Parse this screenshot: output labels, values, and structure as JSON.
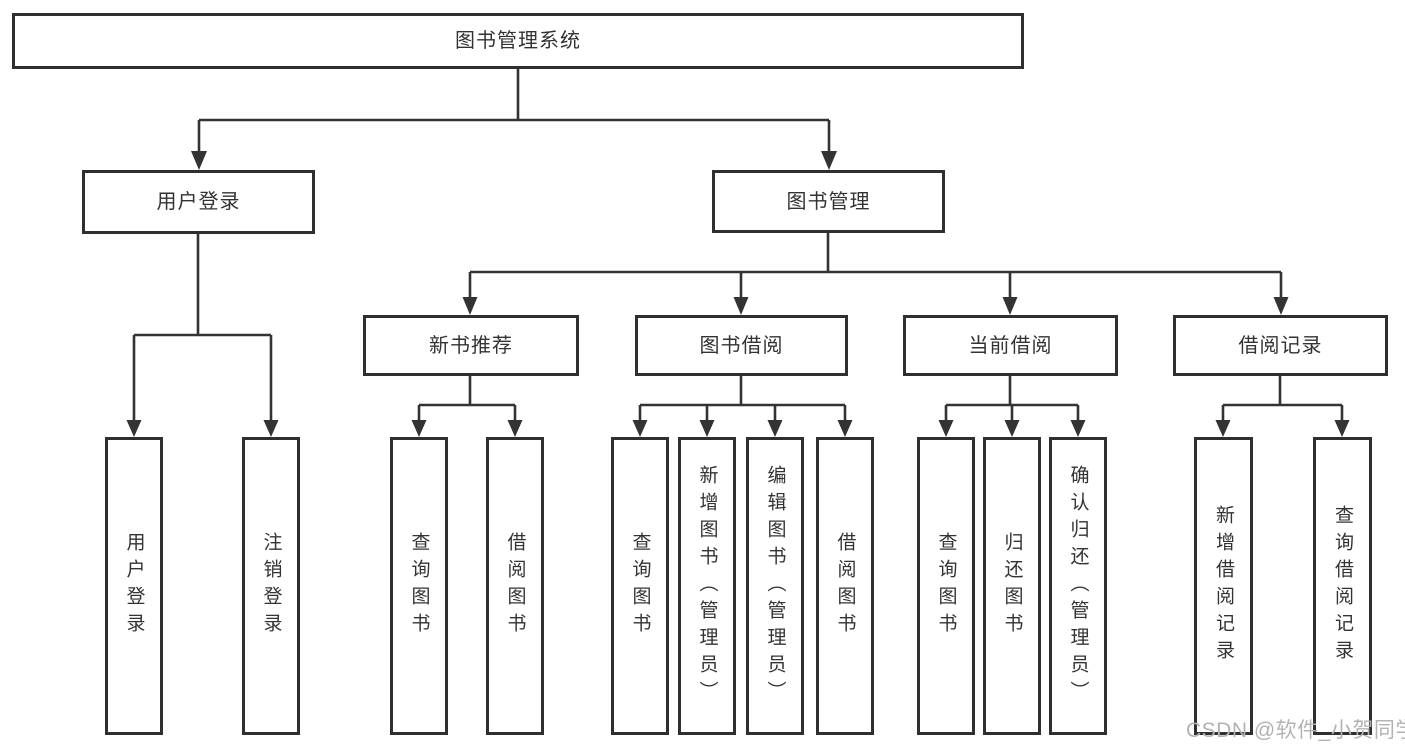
{
  "diagram": {
    "root": "图书管理系统",
    "level2": [
      "用户登录",
      "图书管理"
    ],
    "level3": [
      "新书推荐",
      "图书借阅",
      "当前借阅",
      "借阅记录"
    ],
    "leaves": {
      "login": [
        "用户登录",
        "注销登录"
      ],
      "recommend": [
        "查询图书",
        "借阅图书"
      ],
      "borrow": [
        "查询图书",
        "新增图书（管理员）",
        "编辑图书（管理员）",
        "借阅图书"
      ],
      "current": [
        "查询图书",
        "归还图书",
        "确认归还（管理员）"
      ],
      "records": [
        "新增借阅记录",
        "查询借阅记录"
      ]
    }
  },
  "watermark": "CSDN @软件_小贺同学",
  "colors": {
    "line": "#333333",
    "box_border": "#2f2f2f",
    "text": "#333333",
    "watermark": "#b3b3b3",
    "background": "#ffffff"
  }
}
